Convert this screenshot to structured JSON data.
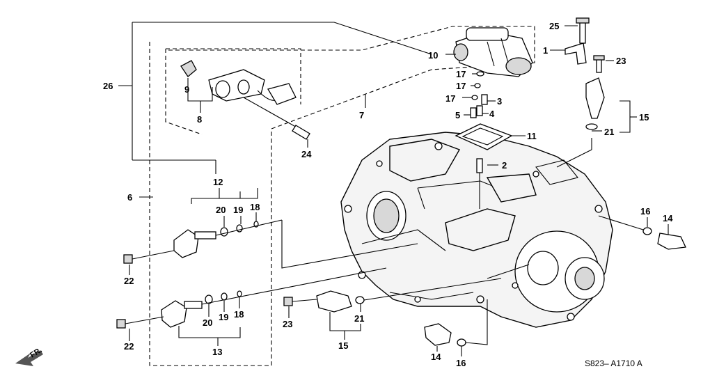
{
  "diagram": {
    "code": "S823– A1710 A",
    "direction": "FR.",
    "callouts": [
      {
        "id": "c25",
        "text": "25"
      },
      {
        "id": "c1",
        "text": "1"
      },
      {
        "id": "c23a",
        "text": "23"
      },
      {
        "id": "c10",
        "text": "10"
      },
      {
        "id": "c17a",
        "text": "17"
      },
      {
        "id": "c17b",
        "text": "17"
      },
      {
        "id": "c17c",
        "text": "17"
      },
      {
        "id": "c3",
        "text": "3"
      },
      {
        "id": "c5",
        "text": "5"
      },
      {
        "id": "c4",
        "text": "4"
      },
      {
        "id": "c11",
        "text": "11"
      },
      {
        "id": "c15a",
        "text": "15"
      },
      {
        "id": "c21a",
        "text": "21"
      },
      {
        "id": "c26",
        "text": "26"
      },
      {
        "id": "c9",
        "text": "9"
      },
      {
        "id": "c8",
        "text": "8"
      },
      {
        "id": "c7",
        "text": "7"
      },
      {
        "id": "c24",
        "text": "24"
      },
      {
        "id": "c2",
        "text": "2"
      },
      {
        "id": "c12",
        "text": "12"
      },
      {
        "id": "c6",
        "text": "6"
      },
      {
        "id": "c20a",
        "text": "20"
      },
      {
        "id": "c19a",
        "text": "19"
      },
      {
        "id": "c18a",
        "text": "18"
      },
      {
        "id": "c16a",
        "text": "16"
      },
      {
        "id": "c14a",
        "text": "14"
      },
      {
        "id": "c22a",
        "text": "22"
      },
      {
        "id": "c23b",
        "text": "23"
      },
      {
        "id": "c21b",
        "text": "21"
      },
      {
        "id": "c20b",
        "text": "20"
      },
      {
        "id": "c19b",
        "text": "19"
      },
      {
        "id": "c18b",
        "text": "18"
      },
      {
        "id": "c15b",
        "text": "15"
      },
      {
        "id": "c22b",
        "text": "22"
      },
      {
        "id": "c13",
        "text": "13"
      },
      {
        "id": "c14b",
        "text": "14"
      },
      {
        "id": "c16b",
        "text": "16"
      }
    ]
  }
}
